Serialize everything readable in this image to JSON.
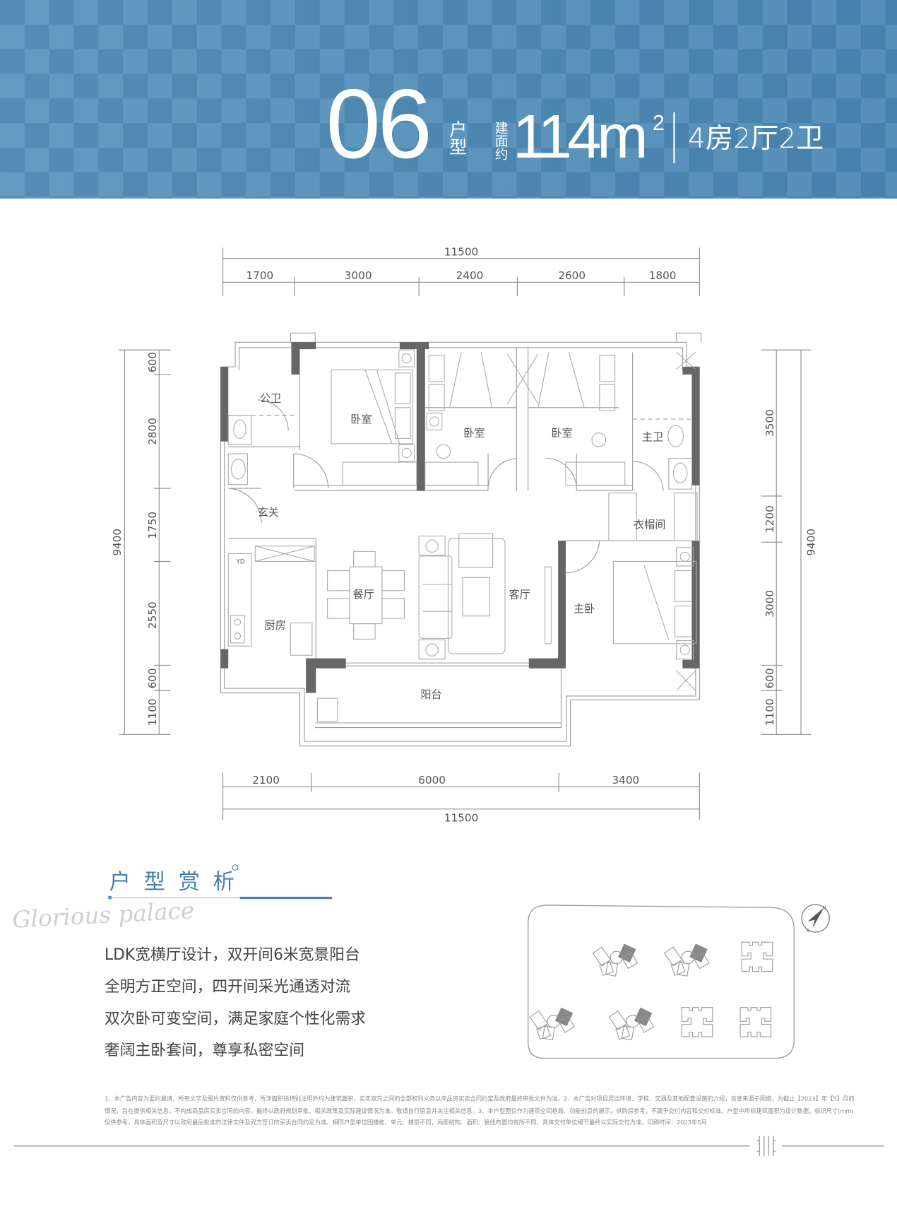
{
  "header": {
    "unit_number": "06",
    "unit_label": "户型",
    "area_label": "建面约",
    "area": "114m",
    "area_sup": "2",
    "layout": "4房2厅2卫"
  },
  "floor_plan": {
    "rooms": {
      "public_bath": "公卫",
      "bedroom_1": "卧室",
      "bedroom_2": "卧室",
      "bedroom_3": "卧室",
      "master_bath": "主卫",
      "entrance": "玄关",
      "walk_in_closet": "衣帽间",
      "dining": "餐厅",
      "living": "客厅",
      "master_bedroom": "主卧",
      "kitchen": "厨房",
      "balcony": "阳台",
      "appliance_mark": "YD"
    },
    "dimensions": {
      "top_total": "11500",
      "top_segments": [
        "1700",
        "3000",
        "2400",
        "2600",
        "1800"
      ],
      "bottom_total": "11500",
      "bottom_segments": [
        "2100",
        "6000",
        "3400"
      ],
      "left_total": "9400",
      "left_segments": [
        "600",
        "2800",
        "1750",
        "2550",
        "600",
        "1100"
      ],
      "right_total": "9400",
      "right_segments": [
        "3500",
        "1200",
        "3000",
        "600",
        "1100"
      ]
    }
  },
  "analysis": {
    "title": "户型赏析",
    "script": "Glorious palace",
    "points": [
      "LDK宽横厅设计，双开间6米宽景阳台",
      "全明方正空间，四开间采光通透对流",
      "双次卧可变空间，满足家庭个性化需求",
      "奢阔主卧套间，尊享私密空间"
    ]
  },
  "location_plan": {
    "compass_north": "N",
    "compass_south": "S"
  },
  "disclaimer": [
    "1、本广告内容为要约邀请，所有文字及图片资料仅供参考，所涉面积除特别注明外均为建筑面积，买卖双方之间的全部权利义务以商品房买卖合同约定及政府最终审批文件为准。2、本广告对项目周边环境、学校、交通及其他配套设施的介绍，信息来源于网络，为截止【2023】年【5】月的",
    "情况，旨在提供相关信息，不构成商品房买卖合同的内容，最终以政府规划审批、相关政策及实际建设情况为准，敬请自行留意并关注相关信息。3、本户型图仅作为建筑空间格局、功能创意的展示，供购房参考，不属于交付内容和交付标准。户型中所标建筑面积为设计数据，标识尺寸(mm)",
    "仅供参考，具体面积及尺寸以政府最后批准的法律文件及双方签订的买卖合同约定为准。相同户型单位因楼栋、单元、楼层不同，局部结构、面积、管线布置均有所不同，具体交付单位细节最终以实际交付为准。印刷时间：2023年5月"
  ],
  "colors": {
    "header_blue": "#4a86b0",
    "accent_blue": "#4a7fa8",
    "wall": "#666666"
  }
}
